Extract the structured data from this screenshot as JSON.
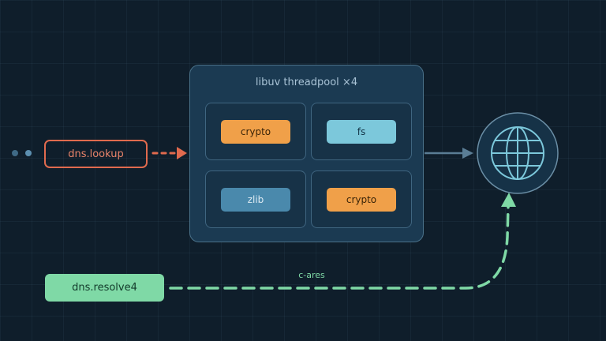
{
  "threadpool": {
    "title": "libuv threadpool ×4",
    "workers": [
      {
        "label": "crypto",
        "color": "#f0a049"
      },
      {
        "label": "fs",
        "color": "#7cc8db"
      },
      {
        "label": "zlib",
        "color": "#4a89ac"
      },
      {
        "label": "crypto",
        "color": "#f0a049"
      }
    ]
  },
  "calls": {
    "lookup": "dns.lookup",
    "resolve": "dns.resolve4"
  },
  "edges": {
    "cares": "c-ares"
  },
  "colors": {
    "background": "#0f1e2b",
    "lookup_accent": "#e06a4e",
    "resolve_accent": "#7fd9a6",
    "pool_fill": "#1b3a52"
  },
  "icons": {
    "network": "globe-icon"
  }
}
